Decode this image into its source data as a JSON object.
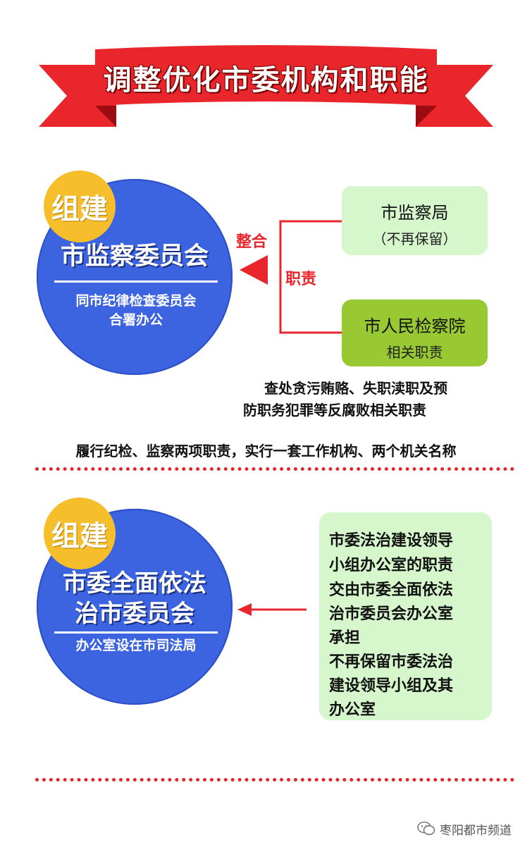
{
  "banner": {
    "title": "调整优化市委机构和职能"
  },
  "section1": {
    "badge": "组建",
    "circle_title": "市监察委员会",
    "circle_sub": [
      "同市纪律检查委员会",
      "合署办公"
    ],
    "label_merge": "整合",
    "label_duty": "职责",
    "box1": {
      "title": "市监察局",
      "sub": "（不再保留）"
    },
    "box2": {
      "title": "市人民检察院",
      "sub": "相关职责"
    },
    "note": [
      "查处贪污贿赂、失职渎职及预",
      "防职务犯罪等反腐败相关职责"
    ],
    "summary": "履行纪检、监察两项职责，实行一套工作机构、两个机关名称"
  },
  "section2": {
    "badge": "组建",
    "circle_title": [
      "市委全面依法",
      "治市委员会"
    ],
    "circle_sub": "办公室设在市司法局",
    "panel_lines": [
      "市委法治建设领导",
      "小组办公室的职责",
      "交由市委全面依法",
      "治市委员会办公室",
      "承担",
      "不再保留市委法治",
      "建设领导小组及其",
      "办公室"
    ]
  },
  "watermark": {
    "text": "枣阳都市频道",
    "icon": "wechat-icon"
  },
  "colors": {
    "red": "#e8262b",
    "blue": "#3c63e0",
    "yellow": "#f6be2a",
    "light_green": "#d6f6cc",
    "dark_green": "#98c933"
  }
}
